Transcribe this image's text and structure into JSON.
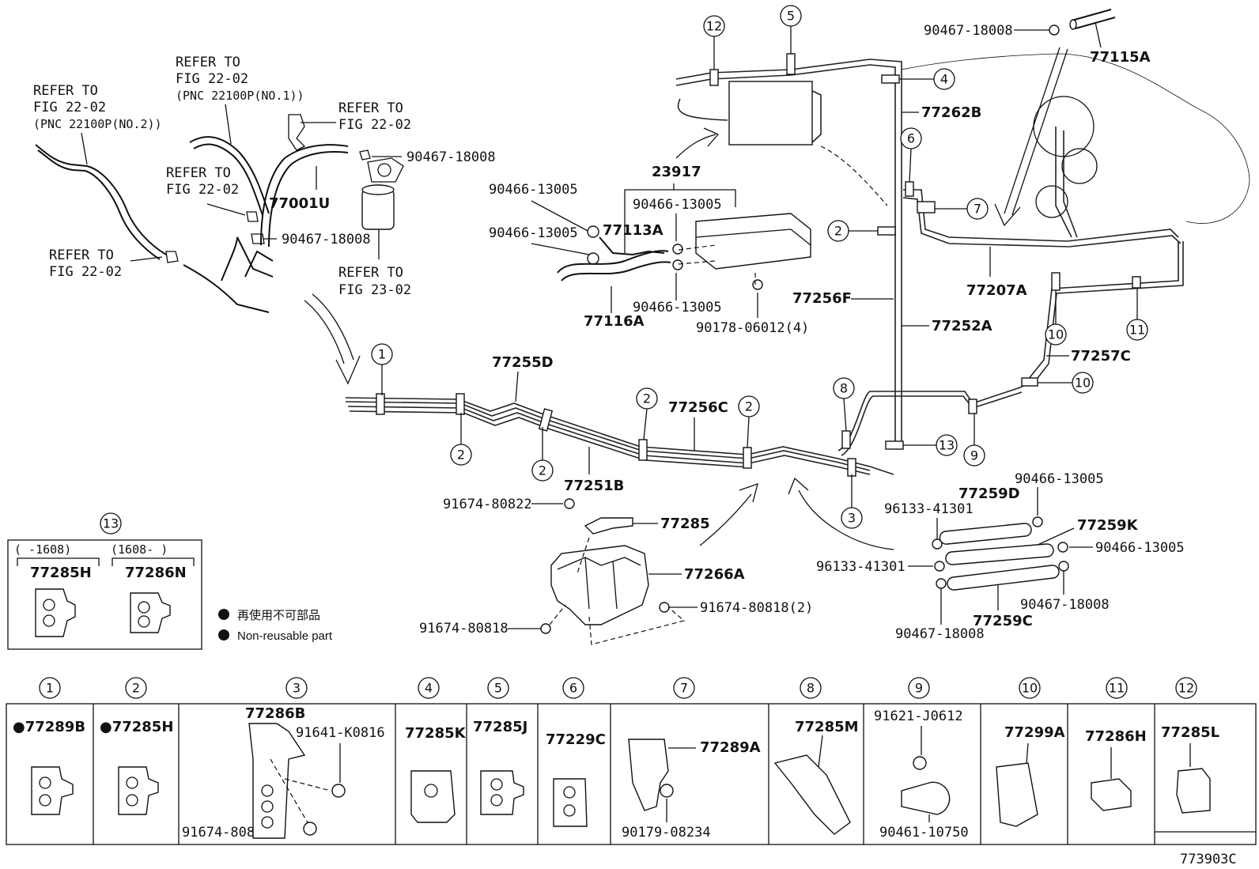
{
  "refer_labels": {
    "r1_line1": "REFER TO",
    "r1_line2": "FIG 22-02",
    "r1_line3": "(PNC 22100P(NO.2))",
    "r2_line1": "REFER TO",
    "r2_line2": "FIG 22-02",
    "r2_line3": "(PNC 22100P(NO.1))",
    "r3_line1": "REFER TO",
    "r3_line2": "FIG 22-02",
    "r4_line1": "REFER TO",
    "r4_line2": "FIG 22-02",
    "r5_line1": "REFER TO",
    "r5_line2": "FIG 22-02",
    "r6_line1": "REFER TO",
    "r6_line2": "FIG 23-02"
  },
  "part_labels": {
    "p77001U": "77001U",
    "p90467_a": "90467-18008",
    "p90467_b": "90467-18008",
    "p90467_c": "90467-18008",
    "p23917": "23917",
    "p90466_a": "90466-13005",
    "p90466_b": "90466-13005",
    "p90466_c": "90466-13005",
    "p90466_d": "90466-13005",
    "p77113A": "77113A",
    "p77116A": "77116A",
    "p90178": "90178-06012(4)",
    "p77115A": "77115A",
    "p77262B": "77262B",
    "p77256F": "77256F",
    "p77252A": "77252A",
    "p77207A": "77207A",
    "p77257C": "77257C",
    "p77255D": "77255D",
    "p77256C": "77256C",
    "p77251B": "77251B",
    "p91674_80822": "91674-80822",
    "p77285": "77285",
    "p77266A": "77266A",
    "p91674_80818_2": "91674-80818(2)",
    "p91674_80818": "91674-80818",
    "p77259D": "77259D",
    "p90466_e": "90466-13005",
    "p96133_a": "96133-41301",
    "p77259K": "77259K",
    "p90466_f": "90466-13005",
    "p96133_b": "96133-41301",
    "p90467_d": "90467-18008",
    "p90467_e": "90467-18008",
    "p77259C": "77259C"
  },
  "inset13": {
    "badge": "13",
    "range_left": "(    -1608)",
    "range_right": "(1608-     )",
    "part_left": "77285H",
    "part_right": "77286N"
  },
  "legend": {
    "jp": "再使用不可部品",
    "en": "Non-reusable part"
  },
  "callouts": [
    "1",
    "2",
    "2",
    "2",
    "2",
    "2",
    "3",
    "4",
    "5",
    "6",
    "7",
    "8",
    "9",
    "10",
    "10",
    "11",
    "12",
    "13"
  ],
  "table": [
    {
      "num": "1",
      "part": "●77289B"
    },
    {
      "num": "2",
      "part": "●77285H"
    },
    {
      "num": "3",
      "part": "77286B",
      "sub1": "91641-K0816",
      "sub2": "91674-80818"
    },
    {
      "num": "4",
      "part": "77285K"
    },
    {
      "num": "5",
      "part": "77285J"
    },
    {
      "num": "6",
      "part": "77229C"
    },
    {
      "num": "7",
      "part": "77289A",
      "sub1": "90179-08234"
    },
    {
      "num": "8",
      "part": "77285M"
    },
    {
      "num": "9",
      "part": "91621-J0612",
      "sub1": "90461-10750"
    },
    {
      "num": "10",
      "part": "77299A"
    },
    {
      "num": "11",
      "part": "77286H"
    },
    {
      "num": "12",
      "part": "77285L"
    }
  ],
  "figure_code": "773903C"
}
